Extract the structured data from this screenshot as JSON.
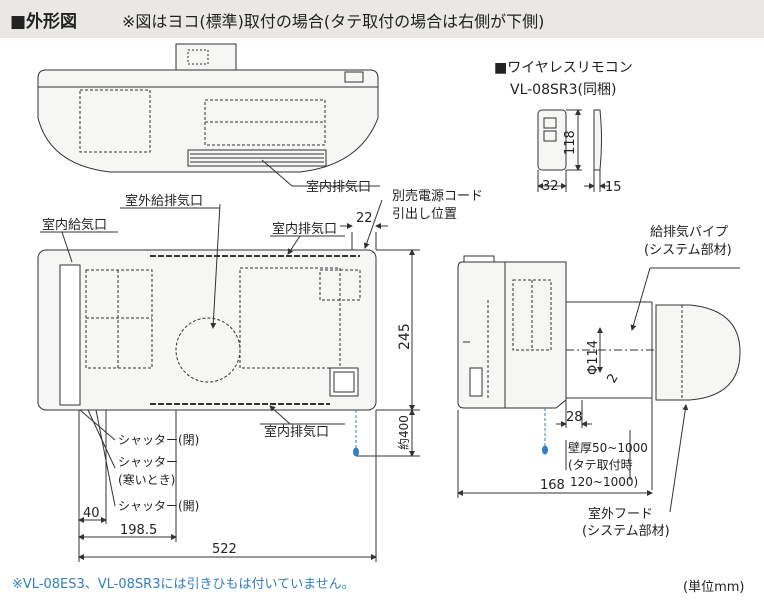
{
  "header": {
    "title": "■外形図",
    "note": "※図はヨコ(標準)取付の場合(タテ取付の場合は右側が下側)"
  },
  "remote": {
    "heading": "■ワイヤレスリモコン",
    "model": "VL-08SR3(同梱)",
    "height_dim": "118",
    "width_dim": "32",
    "depth_dim": "15"
  },
  "top_view": {
    "label_indoor_exhaust": "室内排気口"
  },
  "front_view": {
    "label_outdoor_supply_exhaust": "室外給排気口",
    "label_indoor_exhaust_top": "室内排気口",
    "label_indoor_supply": "室内給気口",
    "label_indoor_exhaust_bottom": "室内排気口",
    "label_power_cord": "別売電源コード",
    "label_power_cord_2": "引出し位置",
    "dim_22": "22",
    "dim_245": "245",
    "dim_pull": "約400",
    "shutter_closed": "シャッター(閉)",
    "shutter_cold_1": "シャッター",
    "shutter_cold_2": "(寒いとき)",
    "shutter_open": "シャッター(開)",
    "dim_40": "40",
    "dim_198_5": "198.5",
    "dim_522": "522"
  },
  "side_view": {
    "label_pipe_1": "給排気パイプ",
    "label_pipe_2": "(システム部材)",
    "dim_phi114": "Φ114",
    "dim_2": "2",
    "dim_28": "28",
    "wall_1": "壁厚50~1000",
    "wall_2": "(タテ取付時",
    "wall_3": "120~1000)",
    "dim_168": "168",
    "label_hood_1": "室外フード",
    "label_hood_2": "(システム部材)"
  },
  "footer": {
    "note": "※VL-08ES3、VL-08SR3には引きひもは付いていません。",
    "unit": "(単位mm)"
  },
  "colors": {
    "header_band": "#e9e8e4",
    "body_fill": "#f6f6f4",
    "outline": "#333333",
    "footnote": "#2f7fc2",
    "pull_cord": "#2f7fc2"
  }
}
